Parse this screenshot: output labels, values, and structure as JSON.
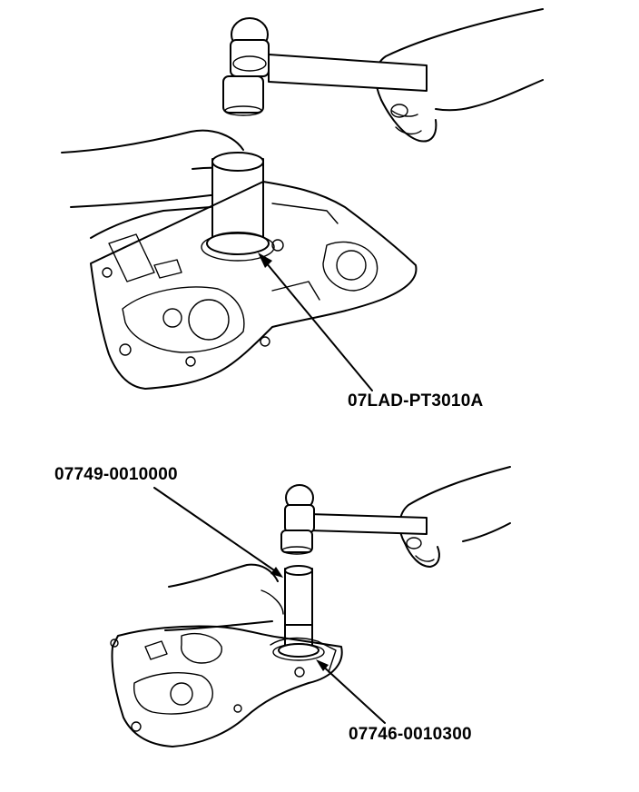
{
  "labels": {
    "tool_top": "07LAD-PT3010A",
    "tool_handle": "07749-0010000",
    "tool_driver": "07746-0010300"
  },
  "colors": {
    "ink": "#000000",
    "paper": "#ffffff"
  }
}
